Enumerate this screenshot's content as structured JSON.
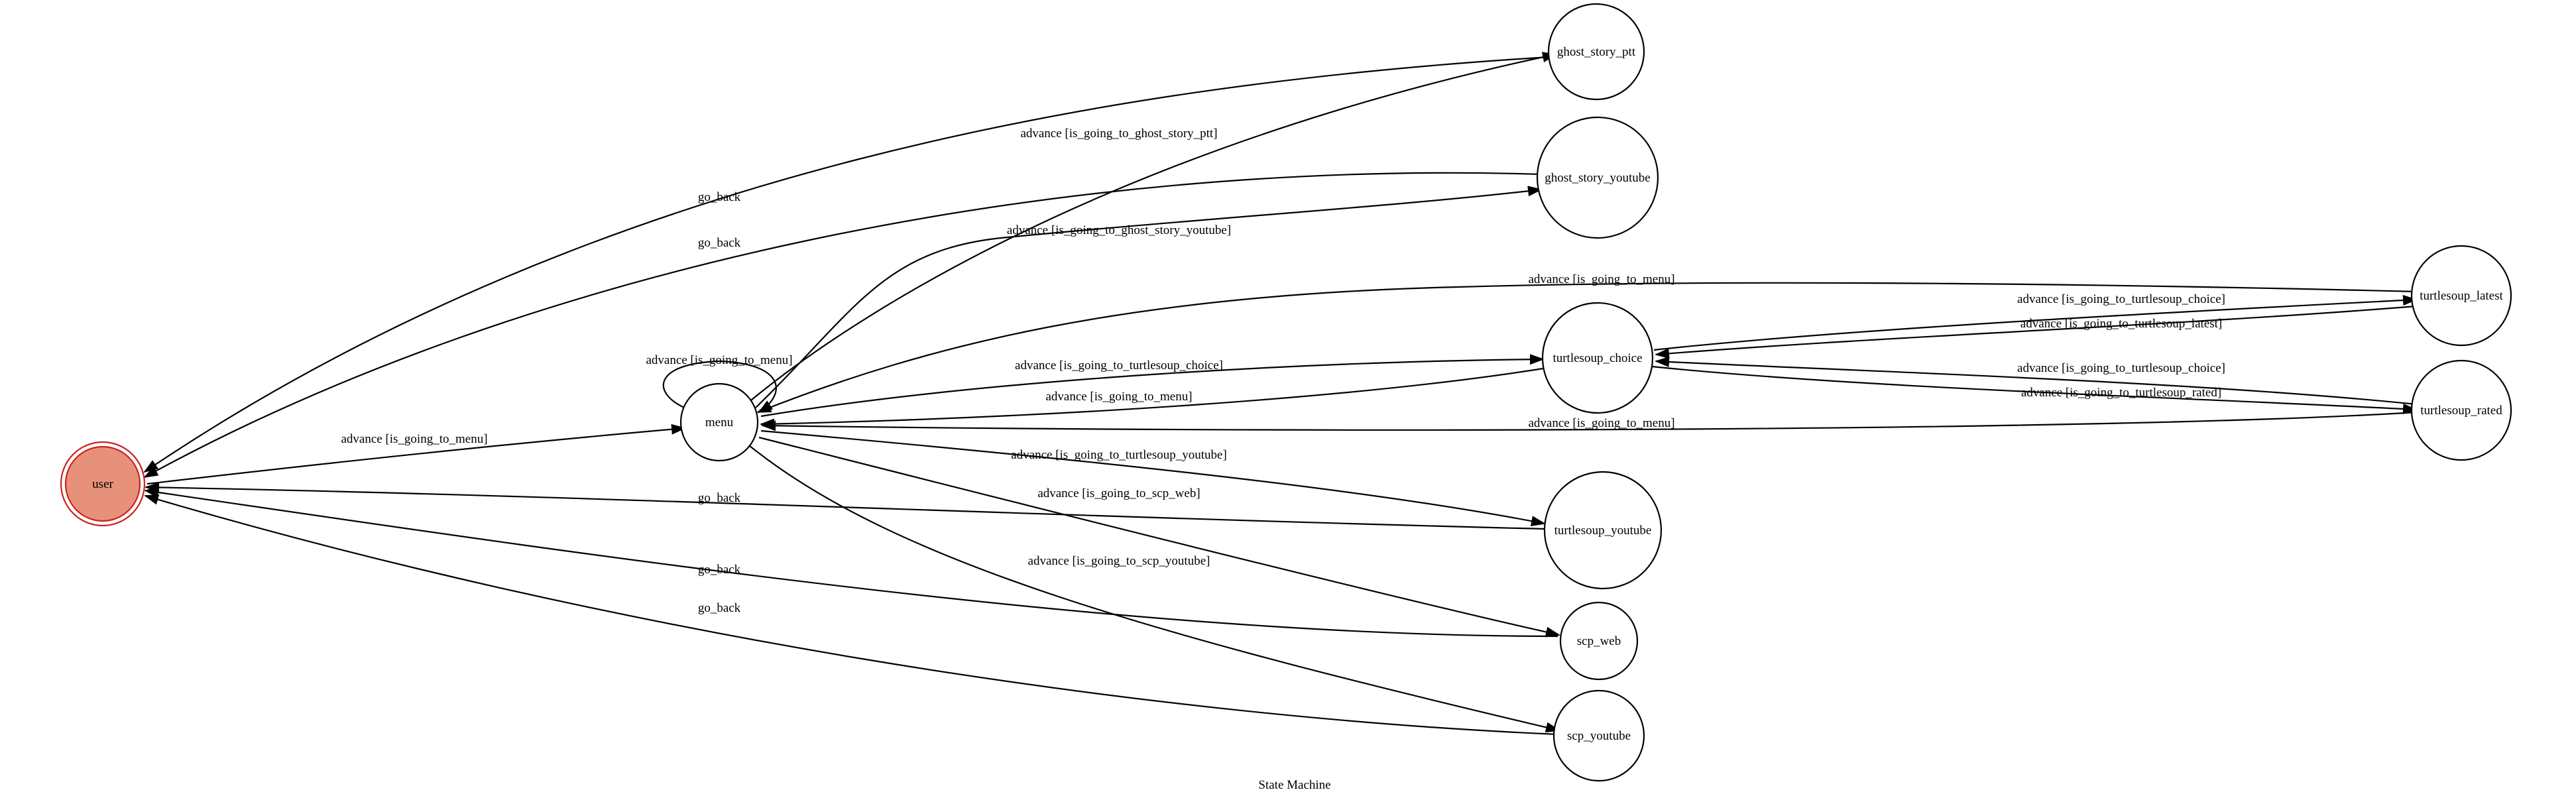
{
  "diagram": {
    "caption": "State Machine",
    "nodes": {
      "user": "user",
      "menu": "menu",
      "ghost_story_ptt": "ghost_story_ptt",
      "ghost_story_youtube": "ghost_story_youtube",
      "turtlesoup_choice": "turtlesoup_choice",
      "turtlesoup_latest": "turtlesoup_latest",
      "turtlesoup_rated": "turtlesoup_rated",
      "turtlesoup_youtube": "turtlesoup_youtube",
      "scp_web": "scp_web",
      "scp_youtube": "scp_youtube"
    },
    "edges": {
      "user_to_menu": "advance [is_going_to_menu]",
      "menu_self": "advance [is_going_to_menu]",
      "menu_to_ghost_story_ptt": "advance [is_going_to_ghost_story_ptt]",
      "menu_to_ghost_story_youtube": "advance [is_going_to_ghost_story_youtube]",
      "menu_to_turtlesoup_choice": "advance [is_going_to_turtlesoup_choice]",
      "turtlesoup_choice_to_menu": "advance [is_going_to_menu]",
      "menu_to_turtlesoup_youtube": "advance [is_going_to_turtlesoup_youtube]",
      "menu_to_scp_web": "advance [is_going_to_scp_web]",
      "menu_to_scp_youtube": "advance [is_going_to_scp_youtube]",
      "turtlesoup_latest_to_menu": "advance [is_going_to_menu]",
      "turtlesoup_rated_to_menu": "advance [is_going_to_menu]",
      "choice_to_latest": "advance [is_going_to_turtlesoup_choice]",
      "latest_to_choice": "advance [is_going_to_turtlesoup_latest]",
      "rated_to_choice": "advance [is_going_to_turtlesoup_choice]",
      "choice_to_rated": "advance [is_going_to_turtlesoup_rated]",
      "ghost_story_ptt_back": "go_back",
      "ghost_story_youtube_back": "go_back",
      "turtlesoup_youtube_back": "go_back",
      "scp_web_back": "go_back",
      "scp_youtube_back": "go_back"
    }
  },
  "colors": {
    "user_fill": "#e8917a",
    "user_stroke": "#cc2222",
    "line": "#000000",
    "background": "#ffffff"
  }
}
